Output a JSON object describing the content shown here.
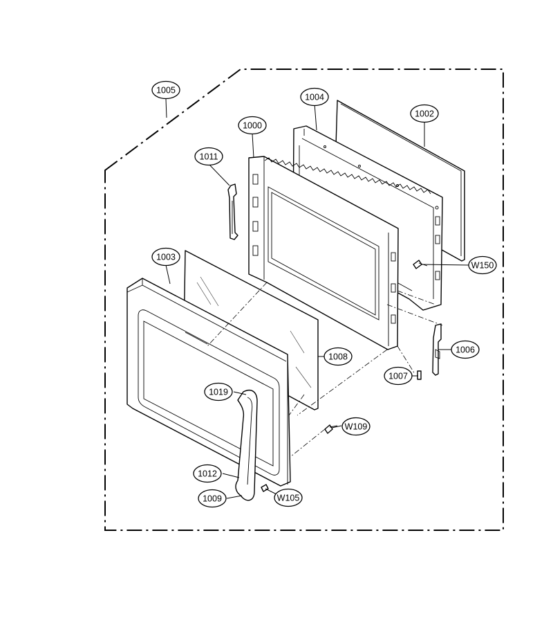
{
  "callouts": {
    "c1005": "1005",
    "c1004": "1004",
    "c1002": "1002",
    "c1000": "1000",
    "c1011": "1011",
    "c1003": "1003",
    "cW150": "W150",
    "c1006": "1006",
    "c1008": "1008",
    "c1007": "1007",
    "c1019": "1019",
    "cW109": "W109",
    "c1012": "1012",
    "c1009": "1009",
    "cW105": "W105"
  }
}
